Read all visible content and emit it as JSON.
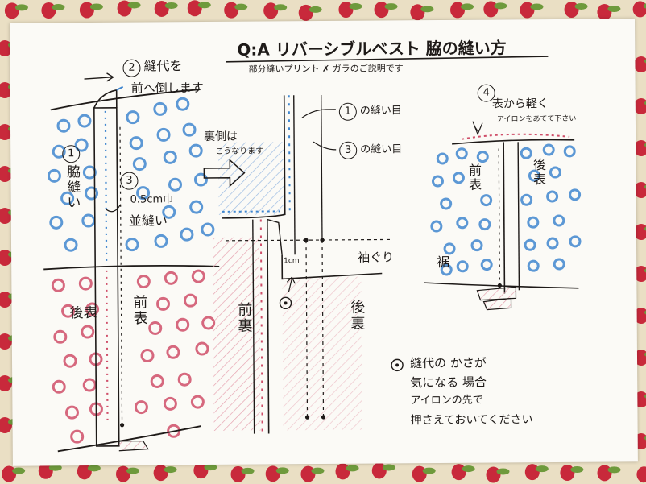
{
  "title": "Q:A リバーシブルベスト 脇の縫い方",
  "subtitle": "部分縫いプリント ✗ ガラのご説明です",
  "step2": {
    "number": "2",
    "line1": "縫代を",
    "line2": "前へ倒します"
  },
  "step1": {
    "number": "1",
    "text": "脇縫い"
  },
  "step3": {
    "number": "3",
    "line1": "0.5cm巾",
    "line2": "並縫い"
  },
  "ura_note": {
    "line1": "裏側は",
    "line2": "こうなります"
  },
  "seam1": {
    "number": "1",
    "text": "の縫い目"
  },
  "seam3": {
    "number": "3",
    "text": "の縫い目"
  },
  "sleeve": "袖ぐり",
  "measure": "1cm",
  "left_labels": {
    "back_omote": "後表",
    "front_omote": "前表"
  },
  "mid_labels": {
    "front_ura": "前裏",
    "back_ura": "後裏"
  },
  "step4": {
    "number": "4",
    "line1": "表から軽く",
    "line2": "アイロンをあてて下さい"
  },
  "right_labels": {
    "front": "前表",
    "back": "後表",
    "hem": "裾"
  },
  "note": {
    "line1": "縫代の かさが",
    "line2": "気になる 場合",
    "line3": "アイロンの先で",
    "line4": "押さえておいてください"
  },
  "colors": {
    "blue": "#3f86cf",
    "pink": "#cf4e69",
    "pink_hatch": "#e6a3b0",
    "blue_hatch": "#9bbbe2",
    "ink": "#1e1a18"
  }
}
